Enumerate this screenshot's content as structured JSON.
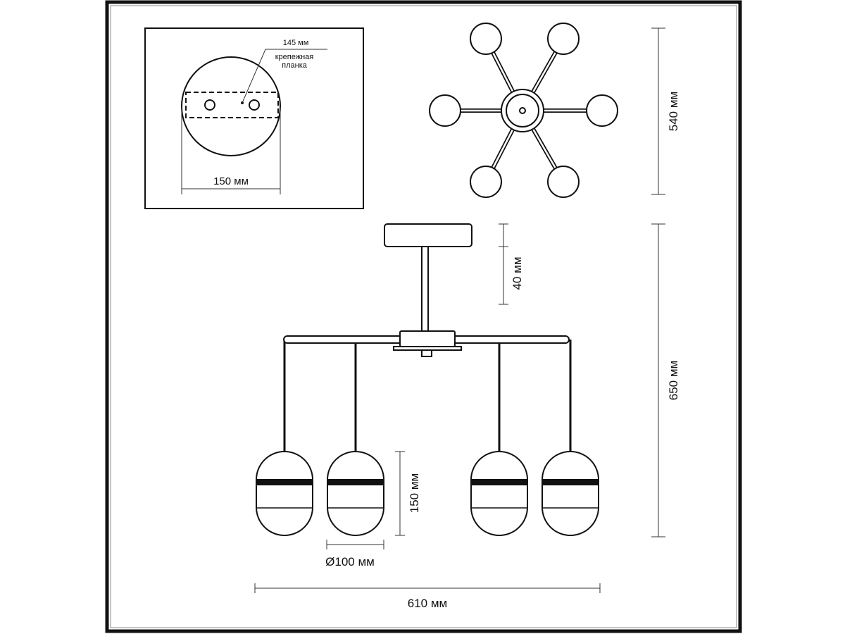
{
  "mount_detail": {
    "plate_length": "145 мм",
    "plate_label_line1": "крепежная",
    "plate_label_line2": "планка",
    "canopy_diameter": "150 мм"
  },
  "top_view": {
    "width": "540 мм"
  },
  "side_view": {
    "stem_height": "40 мм",
    "total_height": "650 мм",
    "shade_height": "150 мм",
    "shade_diameter": "Ø100 мм",
    "total_width": "610 мм"
  }
}
